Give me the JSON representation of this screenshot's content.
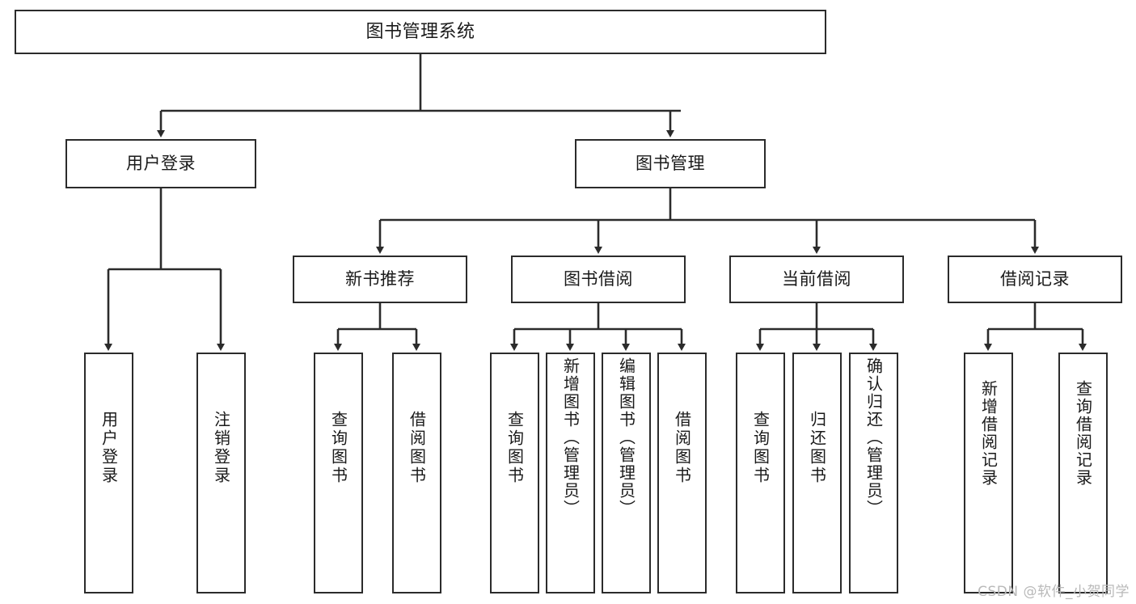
{
  "diagram": {
    "type": "tree",
    "title": "图书管理系统",
    "watermark": "CSDN @软件_小贺同学",
    "colors": {
      "background": "#ffffff",
      "border": "#2b2b2b",
      "text": "#1a1a1a",
      "connector": "#2b2b2b",
      "watermark": "#b9b9b9"
    },
    "levels": [
      {
        "level": 0,
        "nodes": [
          {
            "id": "root",
            "label": "图书管理系统",
            "orientation": "horizontal"
          }
        ]
      },
      {
        "level": 1,
        "nodes": [
          {
            "id": "user-login",
            "label": "用户登录",
            "orientation": "horizontal",
            "parent": "root"
          },
          {
            "id": "book-manage",
            "label": "图书管理",
            "orientation": "horizontal",
            "parent": "root"
          }
        ]
      },
      {
        "level": 2,
        "nodes": [
          {
            "id": "new-book-recommend",
            "label": "新书推荐",
            "orientation": "horizontal",
            "parent": "book-manage"
          },
          {
            "id": "book-borrow",
            "label": "图书借阅",
            "orientation": "horizontal",
            "parent": "book-manage"
          },
          {
            "id": "current-borrow",
            "label": "当前借阅",
            "orientation": "horizontal",
            "parent": "book-manage"
          },
          {
            "id": "borrow-record",
            "label": "借阅记录",
            "orientation": "horizontal",
            "parent": "book-manage"
          }
        ]
      },
      {
        "level": 3,
        "nodes": [
          {
            "id": "leaf-user-login",
            "label": "用户登录",
            "orientation": "vertical",
            "parent": "user-login"
          },
          {
            "id": "leaf-user-logout",
            "label": "注销登录",
            "orientation": "vertical",
            "parent": "user-login"
          },
          {
            "id": "leaf-query-book-1",
            "label": "查询图书",
            "orientation": "vertical",
            "parent": "new-book-recommend"
          },
          {
            "id": "leaf-borrow-book-1",
            "label": "借阅图书",
            "orientation": "vertical",
            "parent": "new-book-recommend"
          },
          {
            "id": "leaf-query-book-2",
            "label": "查询图书",
            "orientation": "vertical",
            "parent": "book-borrow"
          },
          {
            "id": "leaf-add-book",
            "label": "新增图书（管理员）",
            "orientation": "vertical",
            "parent": "book-borrow"
          },
          {
            "id": "leaf-edit-book",
            "label": "编辑图书（管理员）",
            "orientation": "vertical",
            "parent": "book-borrow"
          },
          {
            "id": "leaf-borrow-book-2",
            "label": "借阅图书",
            "orientation": "vertical",
            "parent": "book-borrow"
          },
          {
            "id": "leaf-query-book-3",
            "label": "查询图书",
            "orientation": "vertical",
            "parent": "current-borrow"
          },
          {
            "id": "leaf-return-book",
            "label": "归还图书",
            "orientation": "vertical",
            "parent": "current-borrow"
          },
          {
            "id": "leaf-confirm-return",
            "label": "确认归还（管理员）",
            "orientation": "vertical",
            "parent": "current-borrow"
          },
          {
            "id": "leaf-add-record",
            "label": "新增借阅记录",
            "orientation": "vertical",
            "parent": "borrow-record"
          },
          {
            "id": "leaf-query-record",
            "label": "查询借阅记录",
            "orientation": "vertical",
            "parent": "borrow-record"
          }
        ]
      }
    ]
  }
}
